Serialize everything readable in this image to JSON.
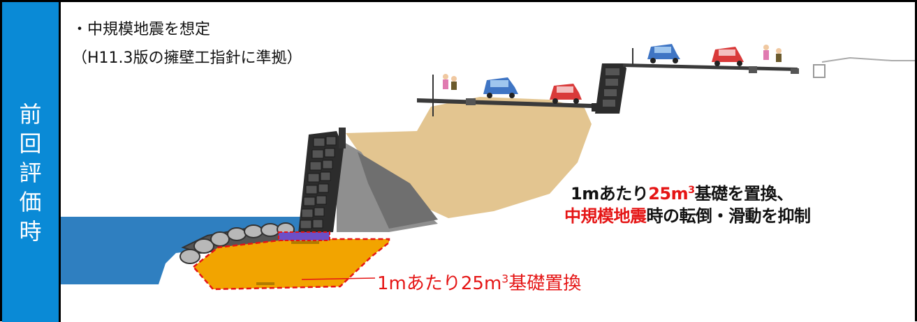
{
  "sidebar": {
    "chars": [
      "前",
      "回",
      "評",
      "価",
      "時"
    ]
  },
  "notes": {
    "line1": "・中規模地震を想定",
    "line2": "（H11.3版の擁壁工指針に準拠）"
  },
  "callout": {
    "l1_pre": "1mあたり",
    "l1_red": "25m",
    "l1_sup": "3",
    "l1_post": "基礎を置換、",
    "l2_red": "中規模地震",
    "l2_post": "時の転倒・滑動を抑制"
  },
  "area_label": {
    "pre": "1mあたり25m",
    "sup": "3",
    "post": "基礎置換"
  },
  "colors": {
    "sidebar": "#0a8ad6",
    "water": "#2f7fc0",
    "embankment": "#e3c590",
    "concrete": "#8f8f8f",
    "foundation": "#f2a400",
    "accent_red": "#e51515"
  }
}
